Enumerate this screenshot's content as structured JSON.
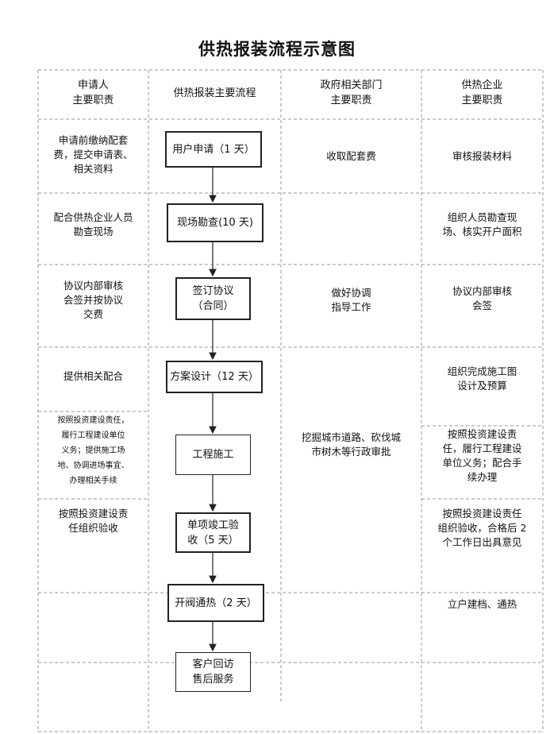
{
  "title": "供热报装流程示意图",
  "headers": {
    "applicant": "申请人\n主要职责",
    "process": "供热报装主要流程",
    "government": "政府相关部门\n主要职责",
    "enterprise": "供热企业\n主要职责"
  },
  "rows": [
    {
      "applicant": "申请前缴纳配套\n费，提交申请表、\n相关资料",
      "step": "用户申请（1 天）",
      "government": "收取配套费",
      "enterprise": "审核报装材料"
    },
    {
      "applicant": "配合供热企业人员\n勘查现场",
      "step": "现场勘查(10 天)",
      "government": "",
      "enterprise": "组织人员勘查现\n场、核实开户面积"
    },
    {
      "applicant": "协议内部审核\n会签并按协议\n交费",
      "step": "签订协议\n（合同）",
      "government": "做好协调\n指导工作",
      "enterprise": "协议内部审核\n会签"
    },
    {
      "applicant": "提供相关配合",
      "step": "方案设计（12 天）",
      "government": "",
      "enterprise": "组织完成施工图\n设计及预算"
    },
    {
      "applicant": "按照投资建设责任，\n履行工程建设单位\n义务；提供施工场\n地、协调进场事宜、\n办理相关手续",
      "step": "工程施工",
      "government": "挖掘城市道路、砍伐城\n市树木等行政审批",
      "enterprise": "按照投资建设责\n任，履行工程建设\n单位义务；配合手\n续办理"
    },
    {
      "applicant": "按照投资建设责\n任组织验收",
      "step": "单项竣工验\n收（5 天）",
      "government": "",
      "enterprise": "按照投资建设责任\n组织验收，合格后 2\n个工作日出具意见"
    },
    {
      "applicant": "",
      "step": "开阀通热（2 天）",
      "government": "",
      "enterprise": "立户建档、通热"
    },
    {
      "applicant": "",
      "step": "客户回访\n售后服务",
      "government": "",
      "enterprise": ""
    }
  ]
}
